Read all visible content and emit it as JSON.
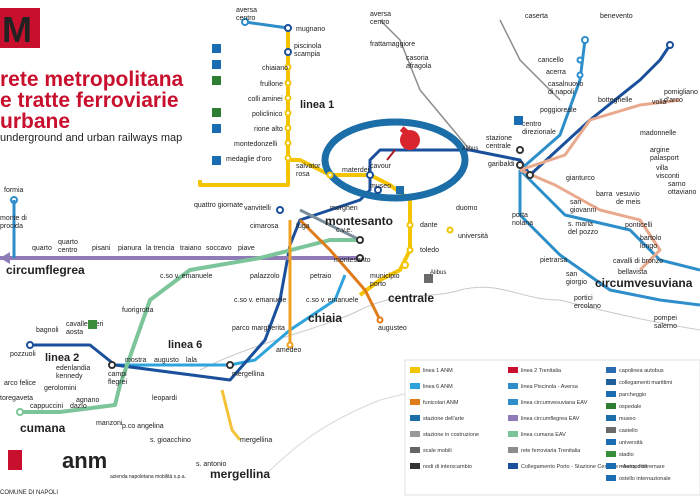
{
  "header": {
    "logo_letter": "M",
    "title_lines": [
      "rete metropolitana",
      "e tratte ferroviarie",
      "urbane"
    ],
    "subtitle": "underground and urban railways map"
  },
  "colors": {
    "linea1": "#f4c400",
    "linea2": "#1a4f9c",
    "linea6": "#2ea3dc",
    "circumflegrea": "#8f7bb8",
    "cumana": "#7cc59a",
    "circumvesuviana": "#2e8ec9",
    "arcobaleno": "#e8a98c",
    "funicolare_chiaia": "#f0a020",
    "funicolare_centrale": "#e07b1a",
    "funicolare_mergellina": "#f3c13a",
    "funicolare_montesanto": "#7a8f9c",
    "highlight": "#1b6ea8",
    "pin": "#d9262e",
    "logo_red": "#c8102e"
  },
  "lines": {
    "linea1": "linea 1",
    "linea2": "linea 2",
    "linea6": "linea 6",
    "circumflegrea": "circumflegrea",
    "cumana": "cumana",
    "circumvesuviana": "circumvesuviana",
    "chiaia": "chiaia",
    "centrale": "centrale",
    "montesanto": "montesanto",
    "mergellina": "mergellina"
  },
  "stations": {
    "aversa_centro": "aversa\ncentro",
    "mugnano": "mugnano",
    "piscinola": "piscinola\nscampia",
    "chiaiano": "chiaiano",
    "frullone": "frullone",
    "colli_aminei": "colli aminei",
    "policlinico": "policlinico",
    "rione_alto": "rione alto",
    "montedonzelli": "montedonzelli",
    "medaglie": "medaglie d'oro",
    "salvator_rosa": "salvator\nrosa",
    "materdei": "materdei",
    "cavour": "cavour",
    "museo": "museo",
    "quattro_giornate": "quattro giornate",
    "vanvitelli": "vanvitelli",
    "morghen": "morghen",
    "cimarosa": "cimarosa",
    "fuga": "fuga",
    "cve": "c.v.e.",
    "dante": "dante",
    "toledo": "toledo",
    "universita": "università",
    "municipio": "municipio\nporto",
    "augusteo": "augusteo",
    "duomo": "duomo",
    "aversa_scalo": "aversa\ncentro",
    "frattamaggiore": "frattamaggiore",
    "casoria": "casoria\nafragola",
    "caserta": "caserta",
    "benevento": "benevento",
    "cancello": "cancello",
    "acerra": "acerra",
    "casalnuovo": "casalnuovo\ndi napoli",
    "pomigliano": "pomigliano\nd'arco",
    "poggioreale": "poggioreale",
    "centro_direzionale": "centro\ndirezionale",
    "botteghelle": "botteghelle",
    "volla": "volla",
    "madonnelle": "madonnelle",
    "argine": "argine\npalasport",
    "villa_visconti": "villa\nvisconti",
    "stazione_centrale": "stazione\ncentrale",
    "garibaldi": "garibaldi",
    "gianturco": "gianturco",
    "porta_nolana": "porta\nnolana",
    "san_giovanni_barra": "san\ngiovanni",
    "barra": "barra",
    "vesuvio_de_meis": "vesuvio\nde meis",
    "ponticelli": "ponticelli",
    "sm_pozzo": "s. maria\ndel pozzo",
    "bartolo_longo": "bartolo\nlongo",
    "san_giorgio": "san\ngiorgio",
    "cavalli_bronzo": "cavalli di bronzo",
    "bellavista": "bellavista",
    "pietrarsa": "pietrarsa",
    "portici_ercolano": "portici\nercolano",
    "pompei": "pompei\nsalerno",
    "sarno": "sarno\nottaviano",
    "formia": "formia",
    "monte_di_procida": "monte di\nprocida",
    "quarto": "quarto",
    "quarto_centro": "quarto\ncentro",
    "pisani": "pisani",
    "pianura": "pianura",
    "la_trencia": "la trencia",
    "traiano": "traiano",
    "soccavo": "soccavo",
    "piave": "piave",
    "montesanto": "montesanto",
    "cso_vemanuele_1": "c.so v. emanuele",
    "fuorigrotta": "fuorigrotta",
    "palazzolo": "palazzolo",
    "petraio": "petraio",
    "cso_vemanuele_2": "c.so v. emanuele",
    "cso_vemanuele_3": "c.so v. emanuele",
    "parco_margherita": "parco margherita",
    "amedeo": "amedeo",
    "bagnoli": "bagnoli",
    "cavalleggeri": "cavalleggeri\naosta",
    "edenlandia": "edenlandia\nkennedy",
    "pozzuoli": "pozzuoli",
    "campi_flegrei": "campi\nflegrei",
    "mostra": "mostra",
    "augusto": "augusto",
    "lala": "lala",
    "mergellina_st": "mergellina",
    "arco_felice": "arco felice",
    "gerolomini": "gerolomini",
    "agnano": "agnano",
    "cappuccini": "cappuccini",
    "dazio": "dazio",
    "leopardi": "leopardi",
    "manzoni": "manzoni",
    "p_angelina": "p.co angelina",
    "s_gioacchino": "s. gioacchino",
    "s_antonio": "s. antonio",
    "mergellina_fun": "mergellina",
    "toregaveta": "toregaveta"
  },
  "legend": {
    "items": [
      "linea 1 ANM",
      "linea 6 ANM",
      "funicolari ANM",
      "stazione dell'arte",
      "stazione in costruzione",
      "scale mobili",
      "nodi di interscambio",
      "linea 2 Trenitalia",
      "linea Piscinola - Aversa",
      "linea circumvesuviana EAV",
      "linea circumflegrea EAV",
      "linea cumana EAV",
      "rete ferroviaria Trenitalia",
      "Collegamento Porto - Stazione Centrale - Aeroporto",
      "capolinea autobus",
      "collegamenti marittimi",
      "parcheggio",
      "ospedale",
      "museo",
      "castello",
      "università",
      "stadio",
      "mostra d'oltremare",
      "ostello internazionale"
    ]
  },
  "footer": {
    "city_label": "COMUNE DI NAPOLI",
    "anm_logo": "anm",
    "anm_caption": "azienda napoletana mobilità s.p.a."
  },
  "annotations": {
    "alibus_1": "Alibus",
    "alibus_2": "Alibus",
    "alibus_3": "Alibus"
  }
}
